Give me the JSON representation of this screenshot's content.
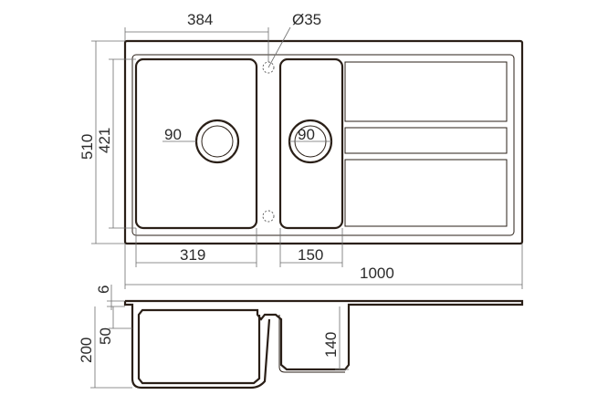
{
  "dimensions": {
    "top_width_left_basin": "384",
    "hole_diameter": "Ø35",
    "left_drain": "90",
    "right_drain": "90",
    "outer_height": "510",
    "basin_height": "421",
    "left_bowl_width": "319",
    "right_bowl_width": "150",
    "total_width": "1000",
    "rim_thickness": "6",
    "total_depth": "200",
    "step_depth": "50",
    "right_bowl_depth": "140"
  },
  "colors": {
    "outline": "#2a1f17",
    "dimension_lines": "#6e6e6e",
    "background": "#ffffff"
  }
}
